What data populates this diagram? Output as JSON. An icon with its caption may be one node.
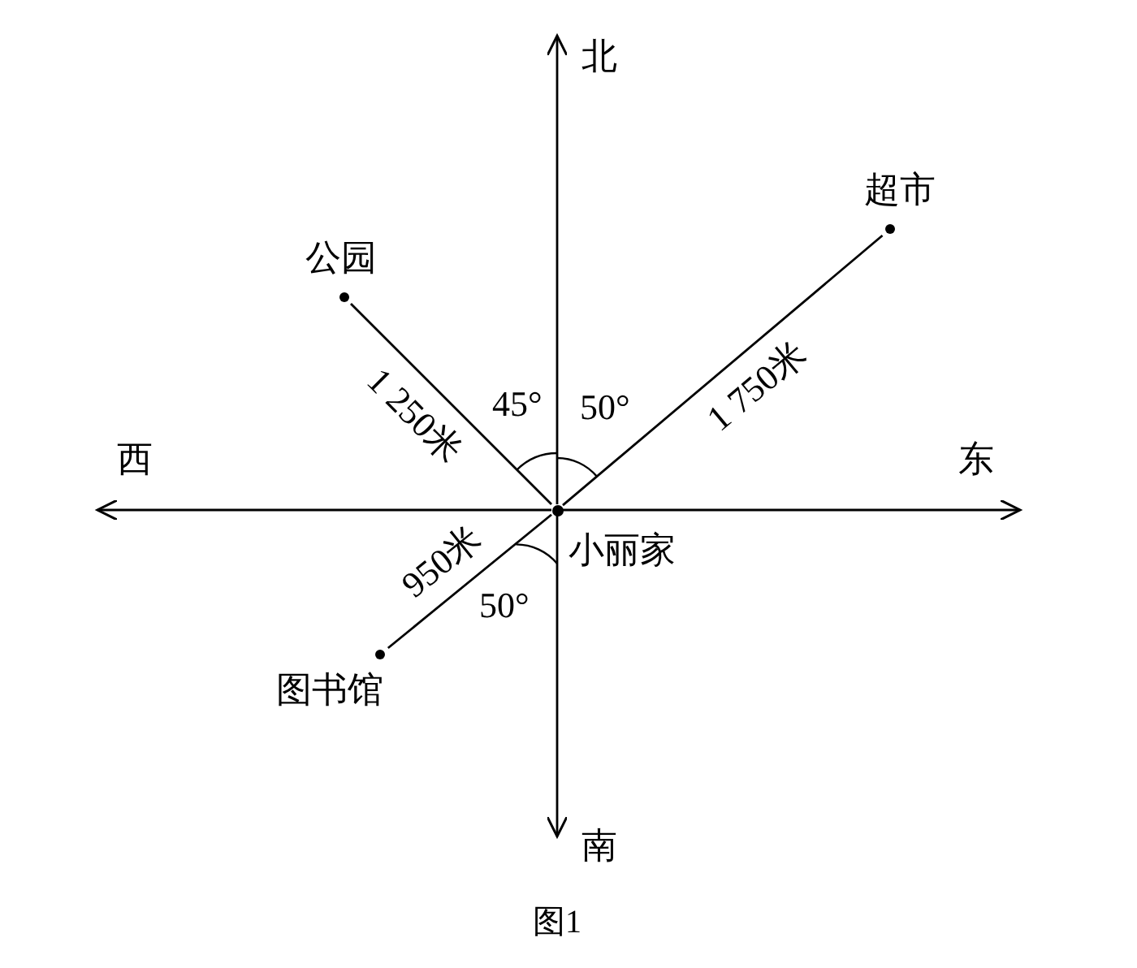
{
  "diagram": {
    "caption": "图1",
    "nodes": [
      {
        "text": [],
        "shape": "circle",
        "beside": [
          "小丽家"
        ]
      },
      {
        "text": [
          "公园"
        ]
      },
      {
        "text": [
          "超市"
        ]
      },
      {
        "text": [
          "图书馆"
        ]
      },
      {
        "text": [
          "北"
        ]
      },
      {
        "text": [
          "南"
        ]
      },
      {
        "text": [
          "西"
        ]
      },
      {
        "text": [
          "东"
        ]
      }
    ],
    "edges": [
      {
        "from": 0,
        "to": 4,
        "arrow": "to"
      },
      {
        "from": 0,
        "to": 5,
        "arrow": "to"
      },
      {
        "from": 0,
        "to": 6,
        "arrow": "to"
      },
      {
        "from": 0,
        "to": 7,
        "arrow": "to"
      },
      {
        "from": 0,
        "to": 1,
        "arrow": "none",
        "label": "1 250米"
      },
      {
        "from": 0,
        "to": 2,
        "arrow": "none",
        "label": "1 750米"
      },
      {
        "from": 0,
        "to": 3,
        "arrow": "none",
        "label": "950米"
      }
    ],
    "labels": [
      "45°",
      "50°",
      "50°"
    ]
  }
}
